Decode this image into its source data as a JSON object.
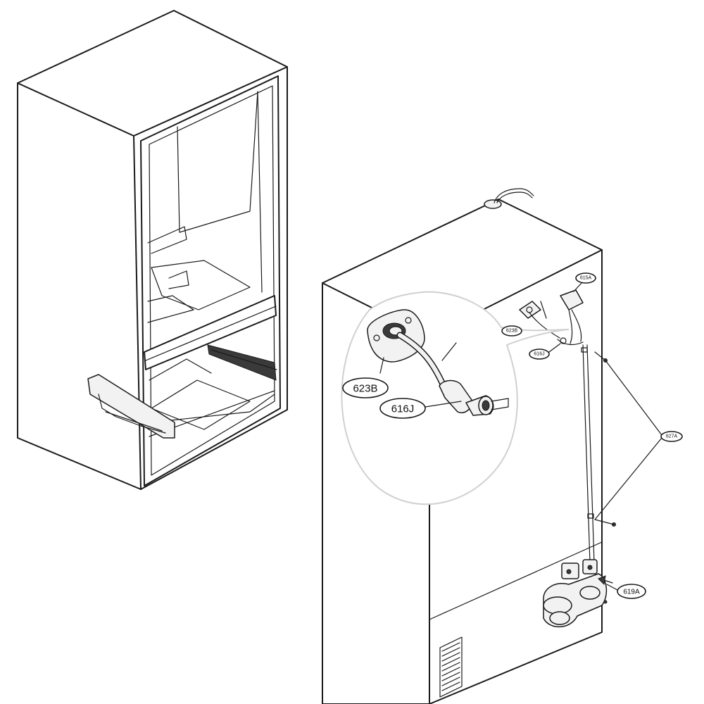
{
  "callouts": {
    "c623B": "623B",
    "c616J": "616J",
    "c623B_small": "623B",
    "c616J_small": "616J",
    "c615A": "615A",
    "c627A": "627A",
    "c619A": "619A"
  }
}
